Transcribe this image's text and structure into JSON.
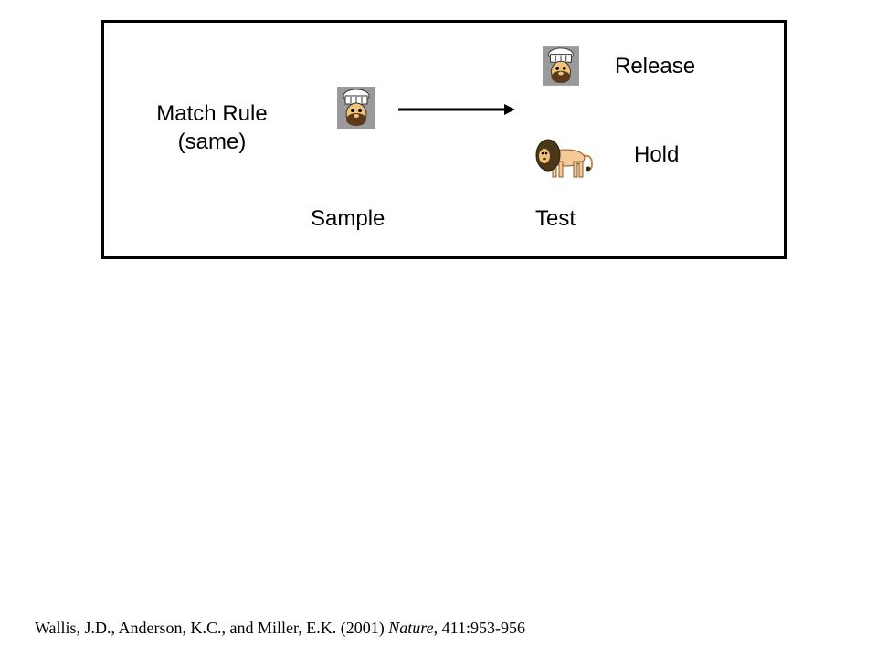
{
  "rule": {
    "line1": "Match Rule",
    "line2": "(same)"
  },
  "stages": {
    "sample": "Sample",
    "test": "Test"
  },
  "responses": {
    "release": "Release",
    "hold": "Hold"
  },
  "icons": {
    "sample": "chef-face-icon",
    "test_match": "chef-face-icon",
    "test_nonmatch": "lion-icon",
    "arrow": "arrow-right-icon"
  },
  "citation": {
    "authors": "Wallis, J.D., Anderson, K.C., and Miller, E.K. (2001) ",
    "journal": "Nature",
    "details": ", 411:953-956"
  }
}
